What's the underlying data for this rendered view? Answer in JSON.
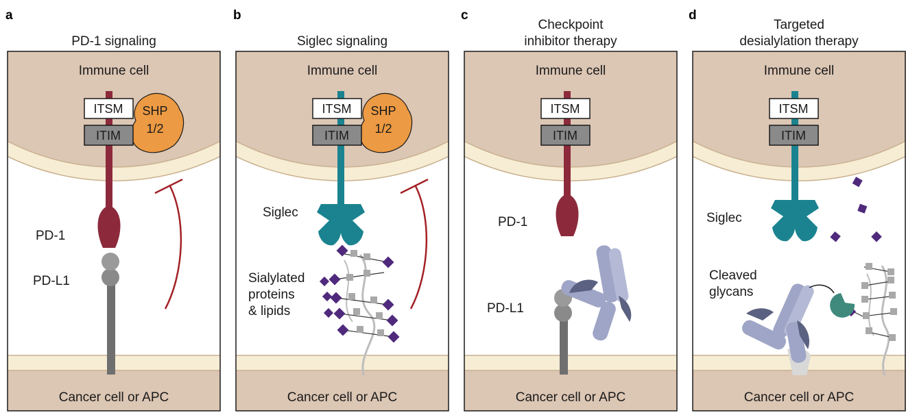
{
  "panels": [
    {
      "letter": "a",
      "title_lines": [
        "PD-1 signaling"
      ],
      "top": "Immune cell",
      "bottom": "Cancer cell or APC",
      "itsm": "ITSM",
      "itim": "ITIM",
      "shp_lines": [
        "SHP",
        "1/2"
      ],
      "labels": [
        "PD-1",
        "PD-L1"
      ]
    },
    {
      "letter": "b",
      "title_lines": [
        "Siglec signaling"
      ],
      "top": "Immune cell",
      "bottom": "Cancer cell or APC",
      "itsm": "ITSM",
      "itim": "ITIM",
      "shp_lines": [
        "SHP",
        "1/2"
      ],
      "labels": [
        "Siglec",
        "Sialylated",
        "proteins",
        "& lipids"
      ]
    },
    {
      "letter": "c",
      "title_lines": [
        "Checkpoint",
        "inhibitor therapy"
      ],
      "top": "Immune cell",
      "bottom": "Cancer cell or APC",
      "itsm": "ITSM",
      "itim": "ITIM",
      "labels": [
        "PD-1",
        "PD-L1"
      ]
    },
    {
      "letter": "d",
      "title_lines": [
        "Targeted",
        "desialylation therapy"
      ],
      "top": "Immune cell",
      "bottom": "Cancer cell or APC",
      "itsm": "ITSM",
      "itim": "ITIM",
      "labels": [
        "Siglec",
        "Cleaved",
        "glycans"
      ]
    }
  ],
  "colors": {
    "cell_fill": "#dcc6b4",
    "membrane": "#f6edd4",
    "membrane_line": "#c9b18f",
    "pd1": "#8c2a3c",
    "siglec": "#1b8390",
    "pdl1": "#6f6f6f",
    "shp": "#ec9a43",
    "itim_box": "#8a8a8a",
    "inhibit": "#a32025",
    "sialic": "#4f2a7c",
    "glycan_sq": "#a9a9a9",
    "antibody": "#9fa5c6",
    "antibody_dark": "#5b6180",
    "enzyme": "#3f8a7d"
  }
}
